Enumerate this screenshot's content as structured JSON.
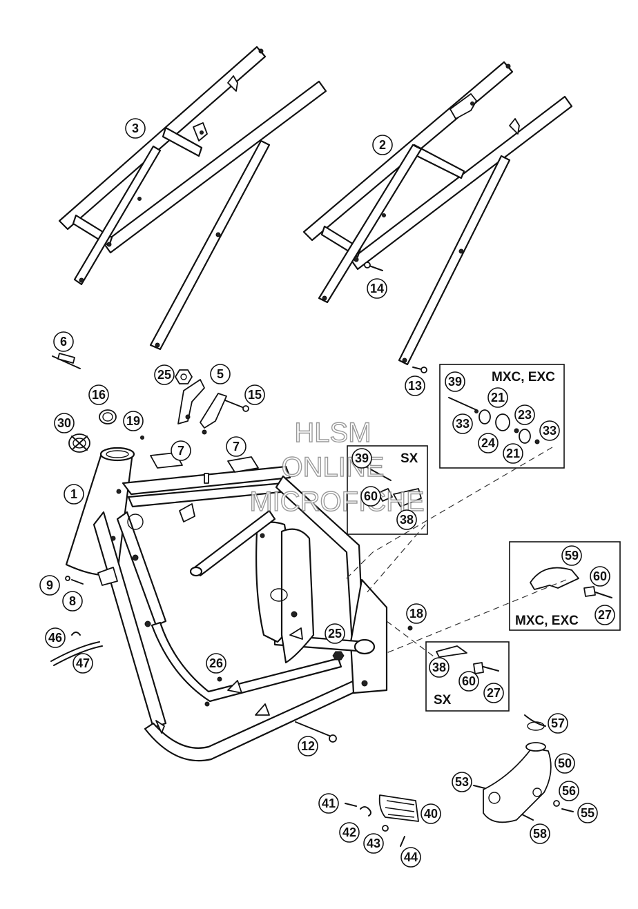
{
  "watermark": {
    "line1": "HLSM",
    "line2": "ONLINE",
    "line3": "MICROFICHE"
  },
  "boxes": {
    "mxc_exc_top": "MXC, EXC",
    "sx_top": "SX",
    "mxc_exc_bottom": "MXC, EXC",
    "sx_bottom": "SX"
  },
  "callouts": [
    {
      "id": "c-1",
      "label": "1"
    },
    {
      "id": "c-2",
      "label": "2"
    },
    {
      "id": "c-3",
      "label": "3"
    },
    {
      "id": "c-5",
      "label": "5"
    },
    {
      "id": "c-6",
      "label": "6"
    },
    {
      "id": "c-7a",
      "label": "7"
    },
    {
      "id": "c-7b",
      "label": "7"
    },
    {
      "id": "c-8",
      "label": "8"
    },
    {
      "id": "c-9",
      "label": "9"
    },
    {
      "id": "c-12",
      "label": "12"
    },
    {
      "id": "c-13",
      "label": "13"
    },
    {
      "id": "c-14",
      "label": "14"
    },
    {
      "id": "c-15",
      "label": "15"
    },
    {
      "id": "c-16",
      "label": "16"
    },
    {
      "id": "c-18",
      "label": "18"
    },
    {
      "id": "c-19",
      "label": "19"
    },
    {
      "id": "c-21a",
      "label": "21"
    },
    {
      "id": "c-21b",
      "label": "21"
    },
    {
      "id": "c-23",
      "label": "23"
    },
    {
      "id": "c-24",
      "label": "24"
    },
    {
      "id": "c-25a",
      "label": "25"
    },
    {
      "id": "c-25b",
      "label": "25"
    },
    {
      "id": "c-26",
      "label": "26"
    },
    {
      "id": "c-27a",
      "label": "27"
    },
    {
      "id": "c-27b",
      "label": "27"
    },
    {
      "id": "c-30",
      "label": "30"
    },
    {
      "id": "c-33a",
      "label": "33"
    },
    {
      "id": "c-33b",
      "label": "33"
    },
    {
      "id": "c-38a",
      "label": "38"
    },
    {
      "id": "c-38b",
      "label": "38"
    },
    {
      "id": "c-39a",
      "label": "39"
    },
    {
      "id": "c-39b",
      "label": "39"
    },
    {
      "id": "c-40",
      "label": "40"
    },
    {
      "id": "c-41",
      "label": "41"
    },
    {
      "id": "c-42",
      "label": "42"
    },
    {
      "id": "c-43",
      "label": "43"
    },
    {
      "id": "c-44",
      "label": "44"
    },
    {
      "id": "c-46",
      "label": "46"
    },
    {
      "id": "c-47",
      "label": "47"
    },
    {
      "id": "c-50",
      "label": "50"
    },
    {
      "id": "c-53",
      "label": "53"
    },
    {
      "id": "c-55",
      "label": "55"
    },
    {
      "id": "c-56",
      "label": "56"
    },
    {
      "id": "c-57",
      "label": "57"
    },
    {
      "id": "c-58",
      "label": "58"
    },
    {
      "id": "c-59",
      "label": "59"
    },
    {
      "id": "c-60a",
      "label": "60"
    },
    {
      "id": "c-60b",
      "label": "60"
    },
    {
      "id": "c-60c",
      "label": "60"
    }
  ]
}
